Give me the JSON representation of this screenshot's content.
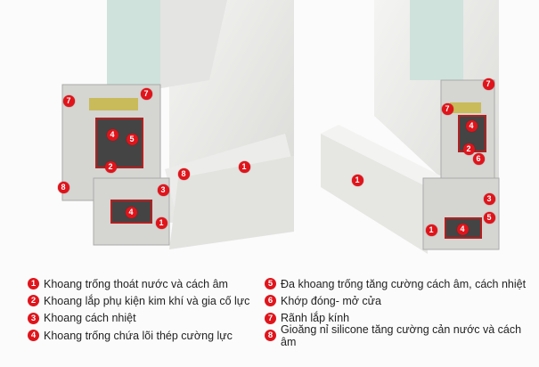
{
  "markers": {
    "left": [
      "7",
      "7",
      "4",
      "5",
      "2",
      "8",
      "8",
      "3",
      "4",
      "1",
      "1"
    ],
    "right": [
      "7",
      "7",
      "4",
      "2",
      "6",
      "3",
      "5",
      "1",
      "4",
      "1"
    ]
  },
  "legend": [
    {
      "num": "1",
      "text": "Khoang trống thoát nước và cách âm"
    },
    {
      "num": "2",
      "text": "Khoang lắp phụ kiện kim khí và gia cố lực"
    },
    {
      "num": "3",
      "text": "Khoang cách nhiệt"
    },
    {
      "num": "4",
      "text": "Khoang trống chứa lõi thép cường lực"
    },
    {
      "num": "5",
      "text": "Đa khoang trống tăng cường cách âm, cách nhiệt"
    },
    {
      "num": "6",
      "text": "Khớp đóng- mở cửa"
    },
    {
      "num": "7",
      "text": "Rãnh lắp kính"
    },
    {
      "num": "8",
      "text": "Gioăng nỉ silicone tăng cường cản nước và cách âm"
    }
  ],
  "colors": {
    "marker": "#e0141b",
    "profile": "#e9e9e7",
    "glass": "#cfe2dc"
  }
}
